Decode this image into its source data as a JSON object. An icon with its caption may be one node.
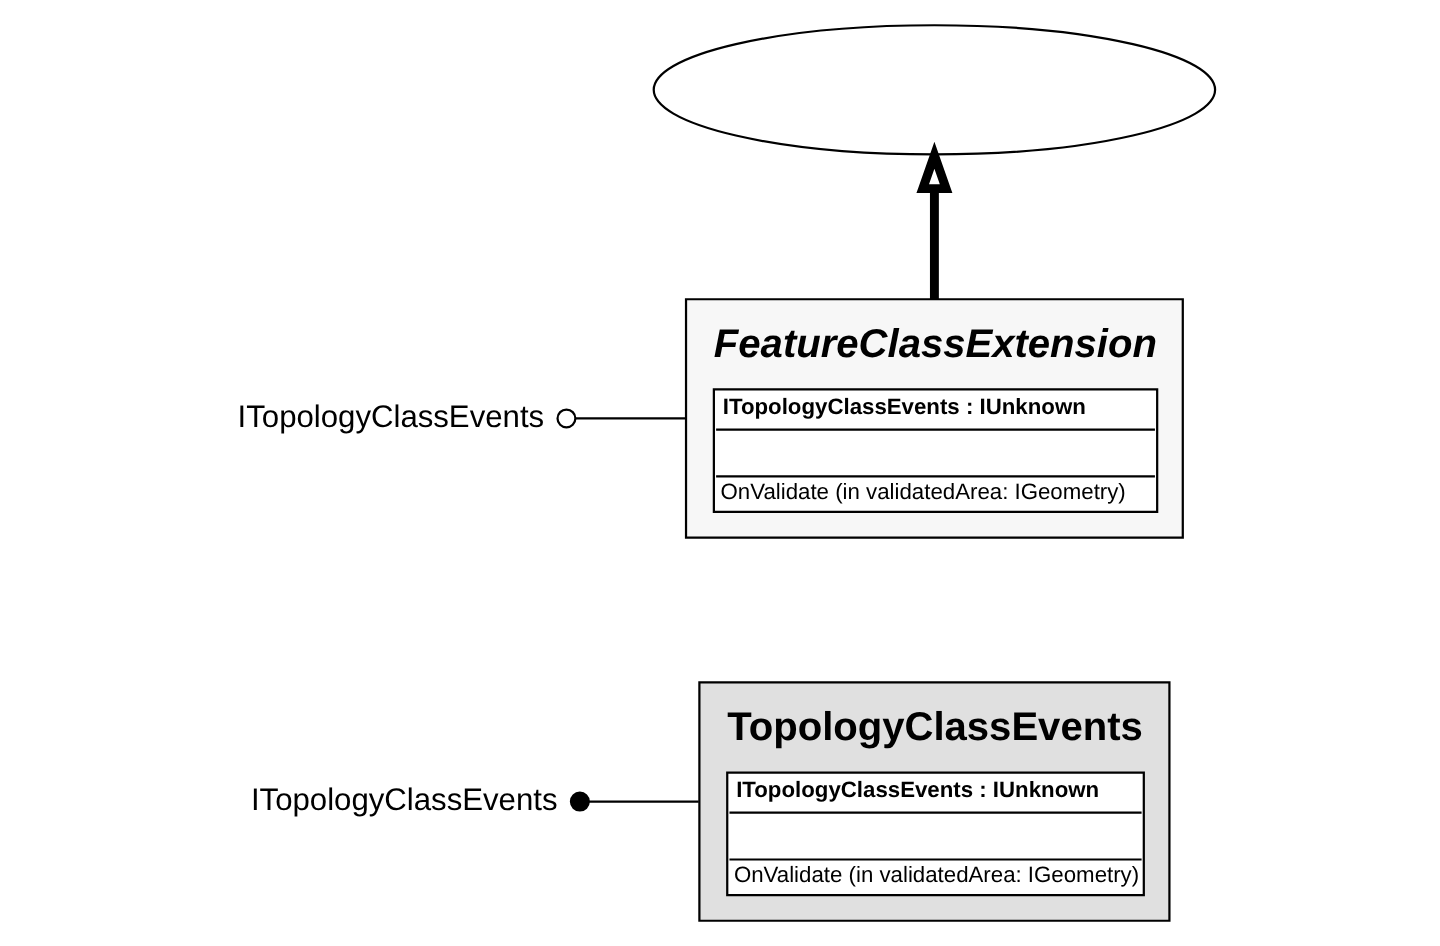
{
  "diagram": {
    "nodes": [
      {
        "text": [],
        "shape": "ellipse"
      },
      {
        "text": [
          "FeatureClassExtension",
          "ITopologyClassEvents : IUnknown",
          "OnValidate (in validatedArea: IGeometry)"
        ]
      },
      {
        "text": [
          "ITopologyClassEvents"
        ]
      },
      {
        "text": [
          "TopologyClassEvents",
          "ITopologyClassEvents : IUnknown",
          "OnValidate (in validatedArea: IGeometry)"
        ]
      },
      {
        "text": [
          "ITopologyClassEvents"
        ]
      }
    ],
    "edges": [
      {
        "from": 1,
        "to": 0,
        "arrow": "to",
        "style": "thick"
      },
      {
        "from": 2,
        "to": 1,
        "arrow": "other"
      },
      {
        "from": 4,
        "to": 3,
        "arrow": "other"
      }
    ]
  }
}
